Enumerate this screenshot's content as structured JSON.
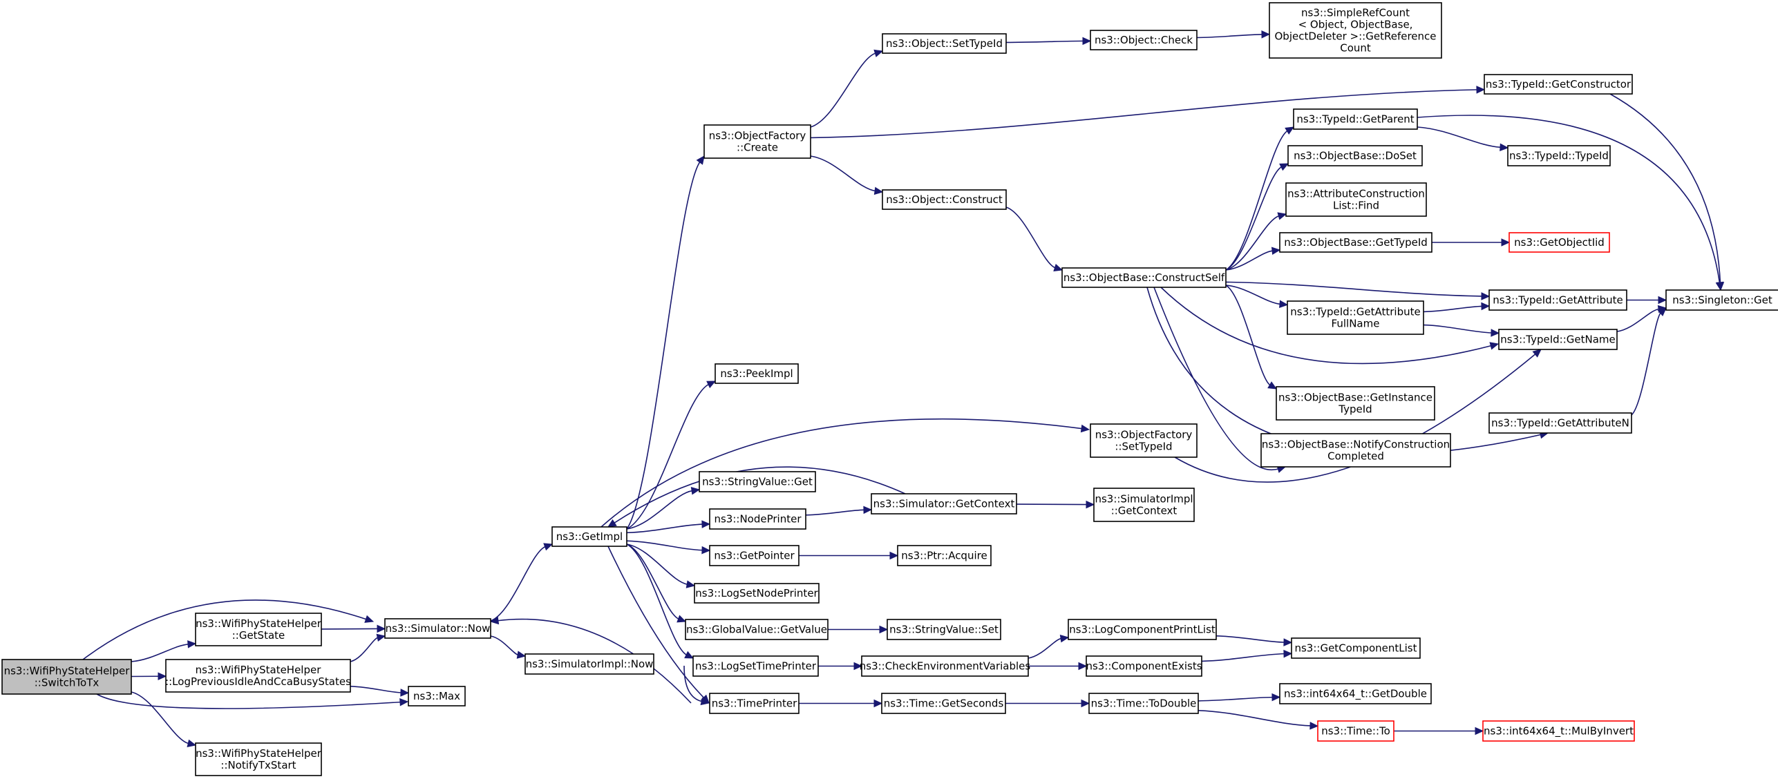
{
  "colors": {
    "edge": "#191970",
    "root_fill": "#bfbfbf",
    "missing_border": "#ff0000"
  },
  "nodes": [
    {
      "id": "switch",
      "lines": [
        "ns3::WifiPhyStateHelper",
        "::SwitchToTx"
      ],
      "style": "root"
    },
    {
      "id": "getstate",
      "lines": [
        "ns3::WifiPhyStateHelper",
        "::GetState"
      ]
    },
    {
      "id": "logprev",
      "lines": [
        "ns3::WifiPhyStateHelper",
        "::LogPreviousIdleAndCcaBusyStates"
      ]
    },
    {
      "id": "notifytx",
      "lines": [
        "ns3::WifiPhyStateHelper",
        "::NotifyTxStart"
      ]
    },
    {
      "id": "simnow",
      "lines": [
        "ns3::Simulator::Now"
      ]
    },
    {
      "id": "max",
      "lines": [
        "ns3::Max"
      ]
    },
    {
      "id": "simimplnow",
      "lines": [
        "ns3::SimulatorImpl::Now"
      ]
    },
    {
      "id": "getimpl",
      "lines": [
        "ns3::GetImpl"
      ]
    },
    {
      "id": "ofcreate",
      "lines": [
        "ns3::ObjectFactory",
        "::Create"
      ]
    },
    {
      "id": "peekimpl",
      "lines": [
        "ns3::PeekImpl"
      ]
    },
    {
      "id": "strvalget",
      "lines": [
        "ns3::StringValue::Get"
      ]
    },
    {
      "id": "nodeprinter",
      "lines": [
        "ns3::NodePrinter"
      ]
    },
    {
      "id": "getpointer",
      "lines": [
        "ns3::GetPointer"
      ]
    },
    {
      "id": "logsetnode",
      "lines": [
        "ns3::LogSetNodePrinter"
      ]
    },
    {
      "id": "gvgetvalue",
      "lines": [
        "ns3::GlobalValue::GetValue"
      ]
    },
    {
      "id": "logsettime",
      "lines": [
        "ns3::LogSetTimePrinter"
      ]
    },
    {
      "id": "timeprinter",
      "lines": [
        "ns3::TimePrinter"
      ]
    },
    {
      "id": "objsettypeid",
      "lines": [
        "ns3::Object::SetTypeId"
      ]
    },
    {
      "id": "objconstruct",
      "lines": [
        "ns3::Object::Construct"
      ]
    },
    {
      "id": "objcheck",
      "lines": [
        "ns3::Object::Check"
      ]
    },
    {
      "id": "simplerefcount",
      "lines": [
        "ns3::SimpleRefCount",
        "< Object, ObjectBase,",
        " ObjectDeleter >::GetReference",
        "Count"
      ]
    },
    {
      "id": "typeidgetctor",
      "lines": [
        "ns3::TypeId::GetConstructor"
      ]
    },
    {
      "id": "constructself",
      "lines": [
        "ns3::ObjectBase::ConstructSelf"
      ]
    },
    {
      "id": "ofsettypeid",
      "lines": [
        "ns3::ObjectFactory",
        "::SetTypeId"
      ]
    },
    {
      "id": "simgetcontext",
      "lines": [
        "ns3::Simulator::GetContext"
      ]
    },
    {
      "id": "simimplgetctx",
      "lines": [
        "ns3::SimulatorImpl",
        "::GetContext"
      ]
    },
    {
      "id": "ptracquire",
      "lines": [
        "ns3::Ptr::Acquire"
      ]
    },
    {
      "id": "strvalset",
      "lines": [
        "ns3::StringValue::Set"
      ]
    },
    {
      "id": "checkenv",
      "lines": [
        "ns3::CheckEnvironmentVariables"
      ]
    },
    {
      "id": "timegetseconds",
      "lines": [
        "ns3::Time::GetSeconds"
      ]
    },
    {
      "id": "typeidgetparent",
      "lines": [
        "ns3::TypeId::GetParent"
      ]
    },
    {
      "id": "obdoset",
      "lines": [
        "ns3::ObjectBase::DoSet"
      ]
    },
    {
      "id": "attrfind",
      "lines": [
        "ns3::AttributeConstruction",
        "List::Find"
      ]
    },
    {
      "id": "obgettypeid",
      "lines": [
        "ns3::ObjectBase::GetTypeId"
      ]
    },
    {
      "id": "typeidgetattrfull",
      "lines": [
        "ns3::TypeId::GetAttribute",
        "FullName"
      ]
    },
    {
      "id": "obgetinst",
      "lines": [
        "ns3::ObjectBase::GetInstance",
        "TypeId"
      ]
    },
    {
      "id": "obnotify",
      "lines": [
        "ns3::ObjectBase::NotifyConstruction",
        "Completed"
      ]
    },
    {
      "id": "logcompprint",
      "lines": [
        "ns3::LogComponentPrintList"
      ]
    },
    {
      "id": "compexists",
      "lines": [
        "ns3::ComponentExists"
      ]
    },
    {
      "id": "timetodouble",
      "lines": [
        "ns3::Time::ToDouble"
      ]
    },
    {
      "id": "timeto",
      "lines": [
        "ns3::Time::To"
      ],
      "style": "red"
    },
    {
      "id": "typeidtypeid",
      "lines": [
        "ns3::TypeId::TypeId"
      ]
    },
    {
      "id": "getobjectiid",
      "lines": [
        "ns3::GetObjectIid"
      ],
      "style": "red"
    },
    {
      "id": "typeidgetattr",
      "lines": [
        "ns3::TypeId::GetAttribute"
      ]
    },
    {
      "id": "typeidgetname",
      "lines": [
        "ns3::TypeId::GetName"
      ]
    },
    {
      "id": "typeidgetattrn",
      "lines": [
        "ns3::TypeId::GetAttributeN"
      ]
    },
    {
      "id": "getcomplist",
      "lines": [
        "ns3::GetComponentList"
      ]
    },
    {
      "id": "int64getdouble",
      "lines": [
        "ns3::int64x64_t::GetDouble"
      ]
    },
    {
      "id": "int64mulbyinvert",
      "lines": [
        "ns3::int64x64_t::MulByInvert"
      ],
      "style": "red"
    },
    {
      "id": "singletonget",
      "lines": [
        "ns3::Singleton::Get"
      ]
    }
  ],
  "edges": [
    [
      "switch",
      "simnow"
    ],
    [
      "switch",
      "getstate"
    ],
    [
      "switch",
      "logprev"
    ],
    [
      "switch",
      "max"
    ],
    [
      "switch",
      "notifytx"
    ],
    [
      "getstate",
      "simnow"
    ],
    [
      "logprev",
      "simnow"
    ],
    [
      "logprev",
      "max"
    ],
    [
      "simnow",
      "getimpl"
    ],
    [
      "simnow",
      "simimplnow"
    ],
    [
      "getimpl",
      "ofcreate"
    ],
    [
      "getimpl",
      "peekimpl"
    ],
    [
      "getimpl",
      "ofsettypeid"
    ],
    [
      "getimpl",
      "strvalget"
    ],
    [
      "getimpl",
      "nodeprinter"
    ],
    [
      "getimpl",
      "getpointer"
    ],
    [
      "getimpl",
      "logsetnode"
    ],
    [
      "getimpl",
      "gvgetvalue"
    ],
    [
      "getimpl",
      "logsettime"
    ],
    [
      "getimpl",
      "timeprinter"
    ],
    [
      "ofcreate",
      "objsettypeid"
    ],
    [
      "ofcreate",
      "typeidgetctor"
    ],
    [
      "ofcreate",
      "objconstruct"
    ],
    [
      "objsettypeid",
      "objcheck"
    ],
    [
      "objcheck",
      "simplerefcount"
    ],
    [
      "objconstruct",
      "constructself"
    ],
    [
      "typeidgetctor",
      "singletonget"
    ],
    [
      "constructself",
      "typeidgetparent"
    ],
    [
      "constructself",
      "obdoset"
    ],
    [
      "constructself",
      "attrfind"
    ],
    [
      "constructself",
      "obgettypeid"
    ],
    [
      "constructself",
      "typeidgetattr"
    ],
    [
      "constructself",
      "typeidgetattrfull"
    ],
    [
      "constructself",
      "typeidgetname"
    ],
    [
      "constructself",
      "obgetinst"
    ],
    [
      "constructself",
      "obnotify"
    ],
    [
      "constructself",
      "typeidgetattrn"
    ],
    [
      "typeidgetparent",
      "typeidtypeid"
    ],
    [
      "typeidgetparent",
      "singletonget"
    ],
    [
      "obgettypeid",
      "getobjectiid"
    ],
    [
      "typeidgetattr",
      "singletonget"
    ],
    [
      "typeidgetattrfull",
      "typeidgetattr"
    ],
    [
      "typeidgetattrfull",
      "typeidgetname"
    ],
    [
      "typeidgetname",
      "singletonget"
    ],
    [
      "typeidgetattrn",
      "singletonget"
    ],
    [
      "ofsettypeid",
      "typeidgetname"
    ],
    [
      "simgetcontext",
      "getimpl"
    ],
    [
      "simgetcontext",
      "simimplgetctx"
    ],
    [
      "nodeprinter",
      "simgetcontext"
    ],
    [
      "getpointer",
      "ptracquire"
    ],
    [
      "gvgetvalue",
      "strvalset"
    ],
    [
      "logsettime",
      "checkenv"
    ],
    [
      "logsettime",
      "timeprinter"
    ],
    [
      "checkenv",
      "logcompprint"
    ],
    [
      "checkenv",
      "compexists"
    ],
    [
      "logcompprint",
      "getcomplist"
    ],
    [
      "compexists",
      "getcomplist"
    ],
    [
      "timeprinter",
      "simnow"
    ],
    [
      "timeprinter",
      "timegetseconds"
    ],
    [
      "timegetseconds",
      "timetodouble"
    ],
    [
      "timetodouble",
      "int64getdouble"
    ],
    [
      "timetodouble",
      "timeto"
    ],
    [
      "timeto",
      "int64mulbyinvert"
    ]
  ]
}
